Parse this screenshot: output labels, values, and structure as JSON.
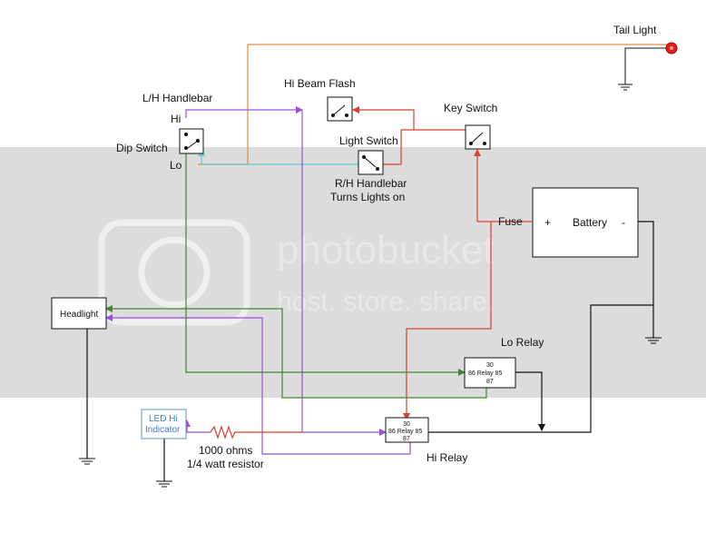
{
  "watermark": {
    "brand": "photobucket",
    "tagline": "host. store. share."
  },
  "labels": {
    "tail_light": "Tail Light",
    "hi_beam_flash": "Hi Beam Flash",
    "lh_handlebar": "L/H Handlebar",
    "hi": "Hi",
    "lo": "Lo",
    "dip_switch": "Dip Switch",
    "light_switch": "Light Switch",
    "rh_handlebar_line1": "R/H Handlebar",
    "rh_handlebar_line2": "Turns Lights on",
    "key_switch": "Key Switch",
    "fuse": "Fuse",
    "battery_plus": "+",
    "battery": "Battery",
    "battery_minus": "-",
    "headlight": "Headlight",
    "lo_relay": "Lo Relay",
    "hi_relay": "Hi Relay",
    "led_line1": "LED Hi",
    "led_line2": "Indicator",
    "resistor_line1": "1000 ohms",
    "resistor_line2": "1/4 watt resistor"
  },
  "relays": {
    "lo": {
      "pin30": "30",
      "pins_mid": "86 Relay 85",
      "pin87": "87"
    },
    "hi": {
      "pin30": "30",
      "pins_mid": "86 Relay 85",
      "pin87": "87"
    }
  },
  "wire_colors": {
    "orange": "#e88a3a",
    "red": "#d9412b",
    "purple": "#9b4fd6",
    "green": "#3d8a2e",
    "cyan": "#5ec9c9",
    "black": "#111111",
    "watermark_band": "#dcdcdc",
    "led_border": "#5b8fd1",
    "tail_light": "#e02020"
  }
}
